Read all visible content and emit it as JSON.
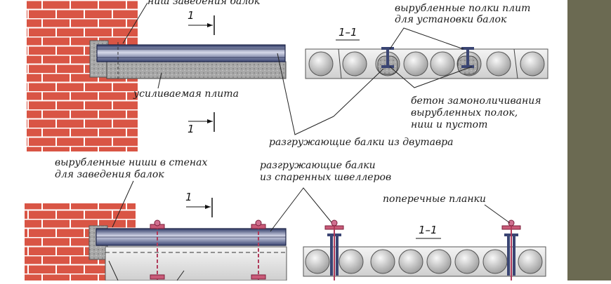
{
  "colors": {
    "brick": "#d95545",
    "mortar": "#ffffff",
    "beam": "#4a5580",
    "beam_light": "#c8cce0",
    "slab": "#e4e4e4",
    "concrete": "#9a9a9a",
    "bolt": "#b03a5a",
    "sidebar": "#6b6a52"
  },
  "top": {
    "label_beam_niche_cut": "ниш заведения балок",
    "label_reinforced_slab": "усиливаемая плита",
    "section_mark_upper": "1",
    "section_mark_lower": "1",
    "section_title": "1–1",
    "label_cut_shelves_line1": "вырубленные полки плит",
    "label_cut_shelves_line2": "для установки балок",
    "label_concrete_line1": "бетон замоноличивания",
    "label_concrete_line2": "вырубленных полок,",
    "label_concrete_line3": "ниш и пустот",
    "label_ibeam": "разгружающие балки из двутавра"
  },
  "bottom": {
    "label_niches_line1": "вырубленные ниши в стенах",
    "label_niches_line2": "для заведения балок",
    "label_channels_line1": "разгружающие балки",
    "label_channels_line2": "из спаренных швеллеров",
    "label_crossbars": "поперечные планки",
    "section_mark": "1",
    "section_title": "1–1"
  }
}
